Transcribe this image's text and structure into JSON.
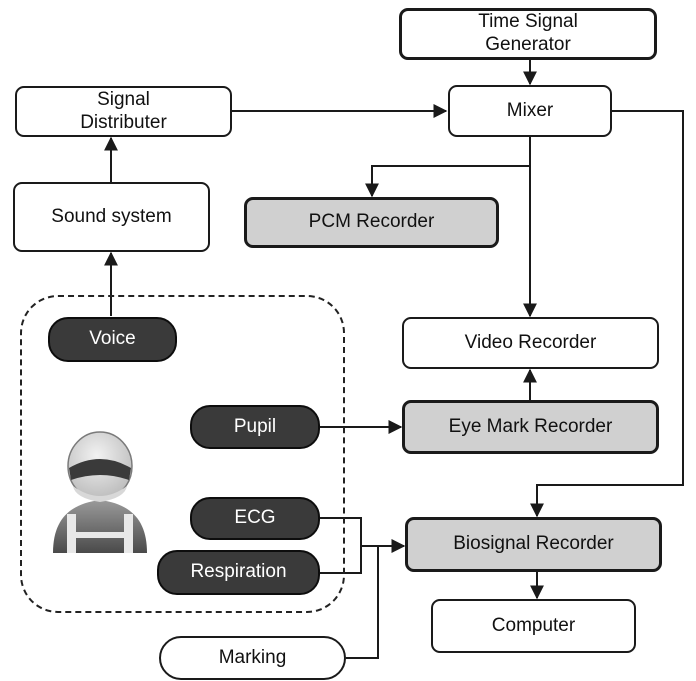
{
  "nodes": {
    "time_signal_generator": "Time Signal\nGenerator",
    "mixer": "Mixer",
    "signal_distributer": "Signal\nDistributer",
    "sound_system": "Sound system",
    "pcm_recorder": "PCM Recorder",
    "video_recorder": "Video Recorder",
    "eye_mark_recorder": "Eye Mark Recorder",
    "biosignal_recorder": "Biosignal Recorder",
    "computer": "Computer",
    "voice": "Voice",
    "pupil": "Pupil",
    "ecg": "ECG",
    "respiration": "Respiration",
    "marking": "Marking"
  },
  "icons": {
    "person": "person-with-headset-icon"
  },
  "colors": {
    "line": "#1a1a1a",
    "gray_box": "#d0d0d0",
    "dark_box": "#3a3a3a"
  }
}
